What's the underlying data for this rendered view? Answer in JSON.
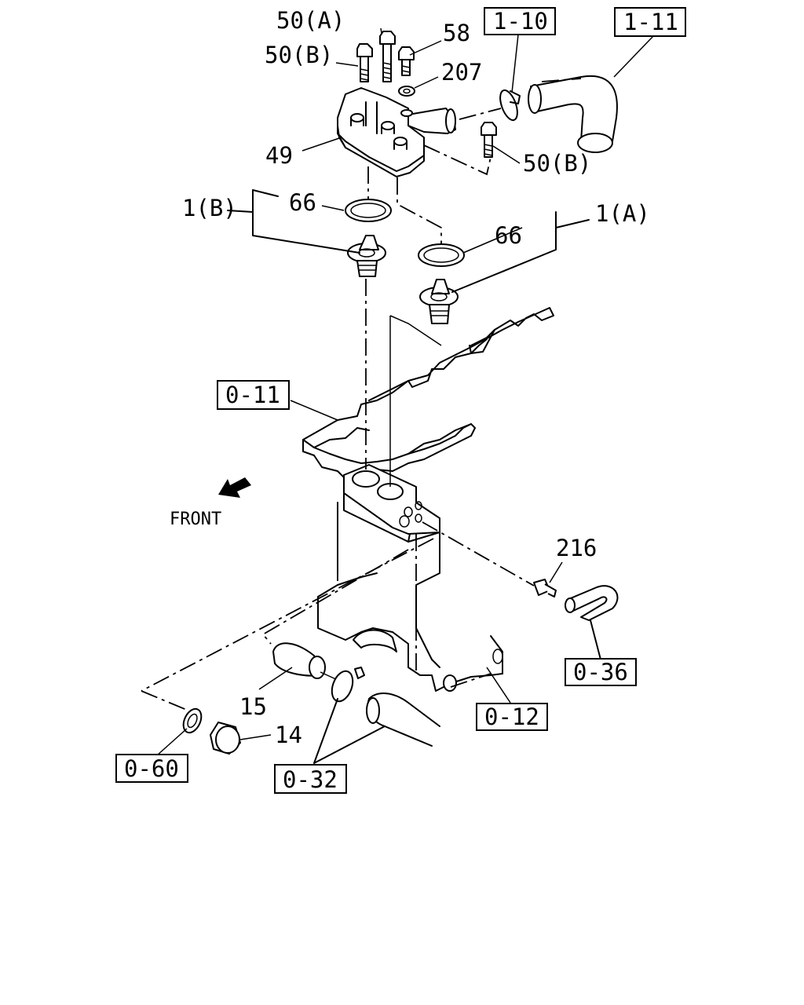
{
  "parts": {
    "p50a": "50(A)",
    "p50b_top": "50(B)",
    "p58": "58",
    "p207": "207",
    "p49": "49",
    "p50b_right": "50(B)",
    "p1b": "1(B)",
    "p66_left": "66",
    "p66_right": "66",
    "p1a": "1(A)",
    "p216": "216",
    "p15": "15",
    "p14": "14"
  },
  "references": {
    "r1_10": "1-10",
    "r1_11": "1-11",
    "r0_11": "0-11",
    "r0_36": "0-36",
    "r0_12": "0-12",
    "r0_60": "0-60",
    "r0_32": "0-32"
  },
  "direction": {
    "front": "FRONT"
  }
}
